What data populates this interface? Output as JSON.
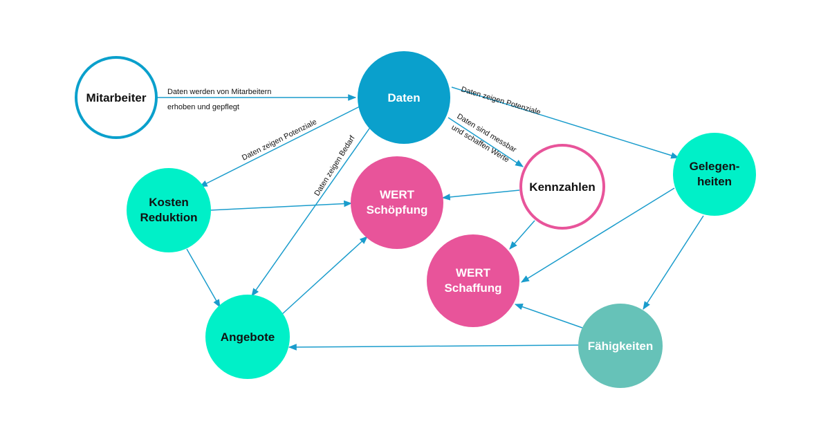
{
  "colors": {
    "blue": "#0aa0cc",
    "mint": "#00f0c8",
    "pink": "#e8549a",
    "teal": "#66c2b8",
    "arrow": "#1a9ccc",
    "text_dark": "#111111",
    "text_light": "#ffffff"
  },
  "nodes": {
    "mitarbeiter": {
      "label": "Mitarbeiter"
    },
    "daten": {
      "label": "Daten"
    },
    "kosten": {
      "line1": "Kosten",
      "line2": "Reduktion"
    },
    "wert_schoepfung": {
      "line1": "WERT",
      "line2": "Schöpfung"
    },
    "kennzahlen": {
      "label": "Kennzahlen"
    },
    "gelegenheiten": {
      "line1": "Gelegen-",
      "line2": "heiten"
    },
    "wert_schaffung": {
      "line1": "WERT",
      "line2": "Schaffung"
    },
    "angebote": {
      "label": "Angebote"
    },
    "faehigkeiten": {
      "label": "Fähigkeiten"
    }
  },
  "edge_labels": {
    "mitarbeiter_daten_1": "Daten werden von Mitarbeitern",
    "mitarbeiter_daten_2": "erhoben und gepflegt",
    "daten_kosten": "Daten zeigen Potenziale",
    "daten_angebote": "Daten zeigen Bedarf",
    "daten_gelegenheiten": "Daten zeigen Potenziale",
    "daten_kennzahlen_1": "Daten sind messbar",
    "daten_kennzahlen_2": "und schaffen Werte"
  }
}
